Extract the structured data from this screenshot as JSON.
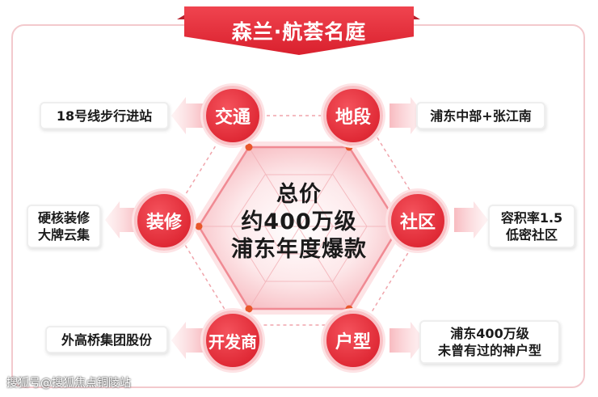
{
  "title": "森兰·航荟名庭",
  "center_lines": [
    "总价",
    "约400万级",
    "浦东年度爆款"
  ],
  "nodes": [
    {
      "label": "交通",
      "desc": [
        "18号线步行进站"
      ]
    },
    {
      "label": "地段",
      "desc": [
        "浦东中部+张江南"
      ]
    },
    {
      "label": "装修",
      "desc": [
        "硬核装修",
        "大牌云集"
      ]
    },
    {
      "label": "社区",
      "desc": [
        "容积率1.5",
        "低密社区"
      ]
    },
    {
      "label": "开发商",
      "desc": [
        "外高桥集团股份"
      ]
    },
    {
      "label": "户型",
      "desc": [
        "浦东400万级",
        "未曾有过的神户型"
      ]
    }
  ],
  "watermark": "搜狐号@搜狐焦点铜陵站",
  "colors": {
    "accent": "#e02a36",
    "light": "#fde3e5",
    "border": "#f3c9cd"
  }
}
